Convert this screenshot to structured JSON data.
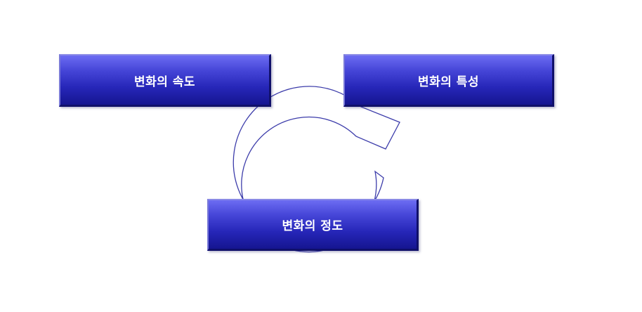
{
  "diagram": {
    "boxes": {
      "speed": "변화의 속도",
      "property": "변화의 특성",
      "degree": "변화의 정도"
    },
    "colors": {
      "box_fill": "#3333cc",
      "box_text": "#ffffff",
      "arrow_stroke": "#3c3caa",
      "arrow_fill": "#ffffff"
    }
  }
}
